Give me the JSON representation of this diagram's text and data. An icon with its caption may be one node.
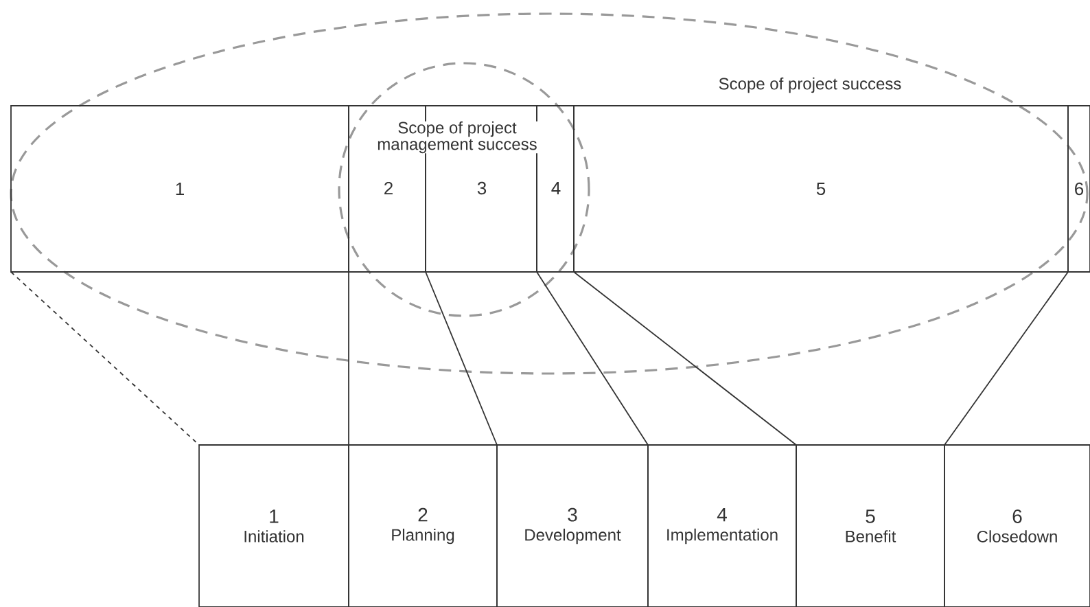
{
  "diagram": {
    "nodes": [
      {
        "text": [
          "1"
        ]
      },
      {
        "text": [
          "2"
        ]
      },
      {
        "text": [
          "3"
        ]
      },
      {
        "text": [
          "4"
        ]
      },
      {
        "text": [
          "5"
        ]
      },
      {
        "text": [
          "6"
        ]
      },
      {
        "text": [
          "1",
          "Initiation"
        ]
      },
      {
        "text": [
          "2",
          "Planning"
        ]
      },
      {
        "text": [
          "3",
          "Development"
        ]
      },
      {
        "text": [
          "4",
          "Implementation"
        ]
      },
      {
        "text": [
          "5",
          "Benefit"
        ]
      },
      {
        "text": [
          "6",
          "Closedown"
        ]
      }
    ],
    "labels": [
      "Scope of project success",
      "Scope of project management success"
    ],
    "edges": [
      {
        "from": 0,
        "to": 6,
        "arrow": "none",
        "style": "dashed"
      },
      {
        "from": 1,
        "to": 7,
        "arrow": "none"
      },
      {
        "from": 2,
        "to": 8,
        "arrow": "none"
      },
      {
        "from": 3,
        "to": 9,
        "arrow": "none"
      },
      {
        "from": 4,
        "to": 10,
        "arrow": "none"
      },
      {
        "from": 5,
        "to": 11,
        "arrow": "none"
      }
    ]
  }
}
